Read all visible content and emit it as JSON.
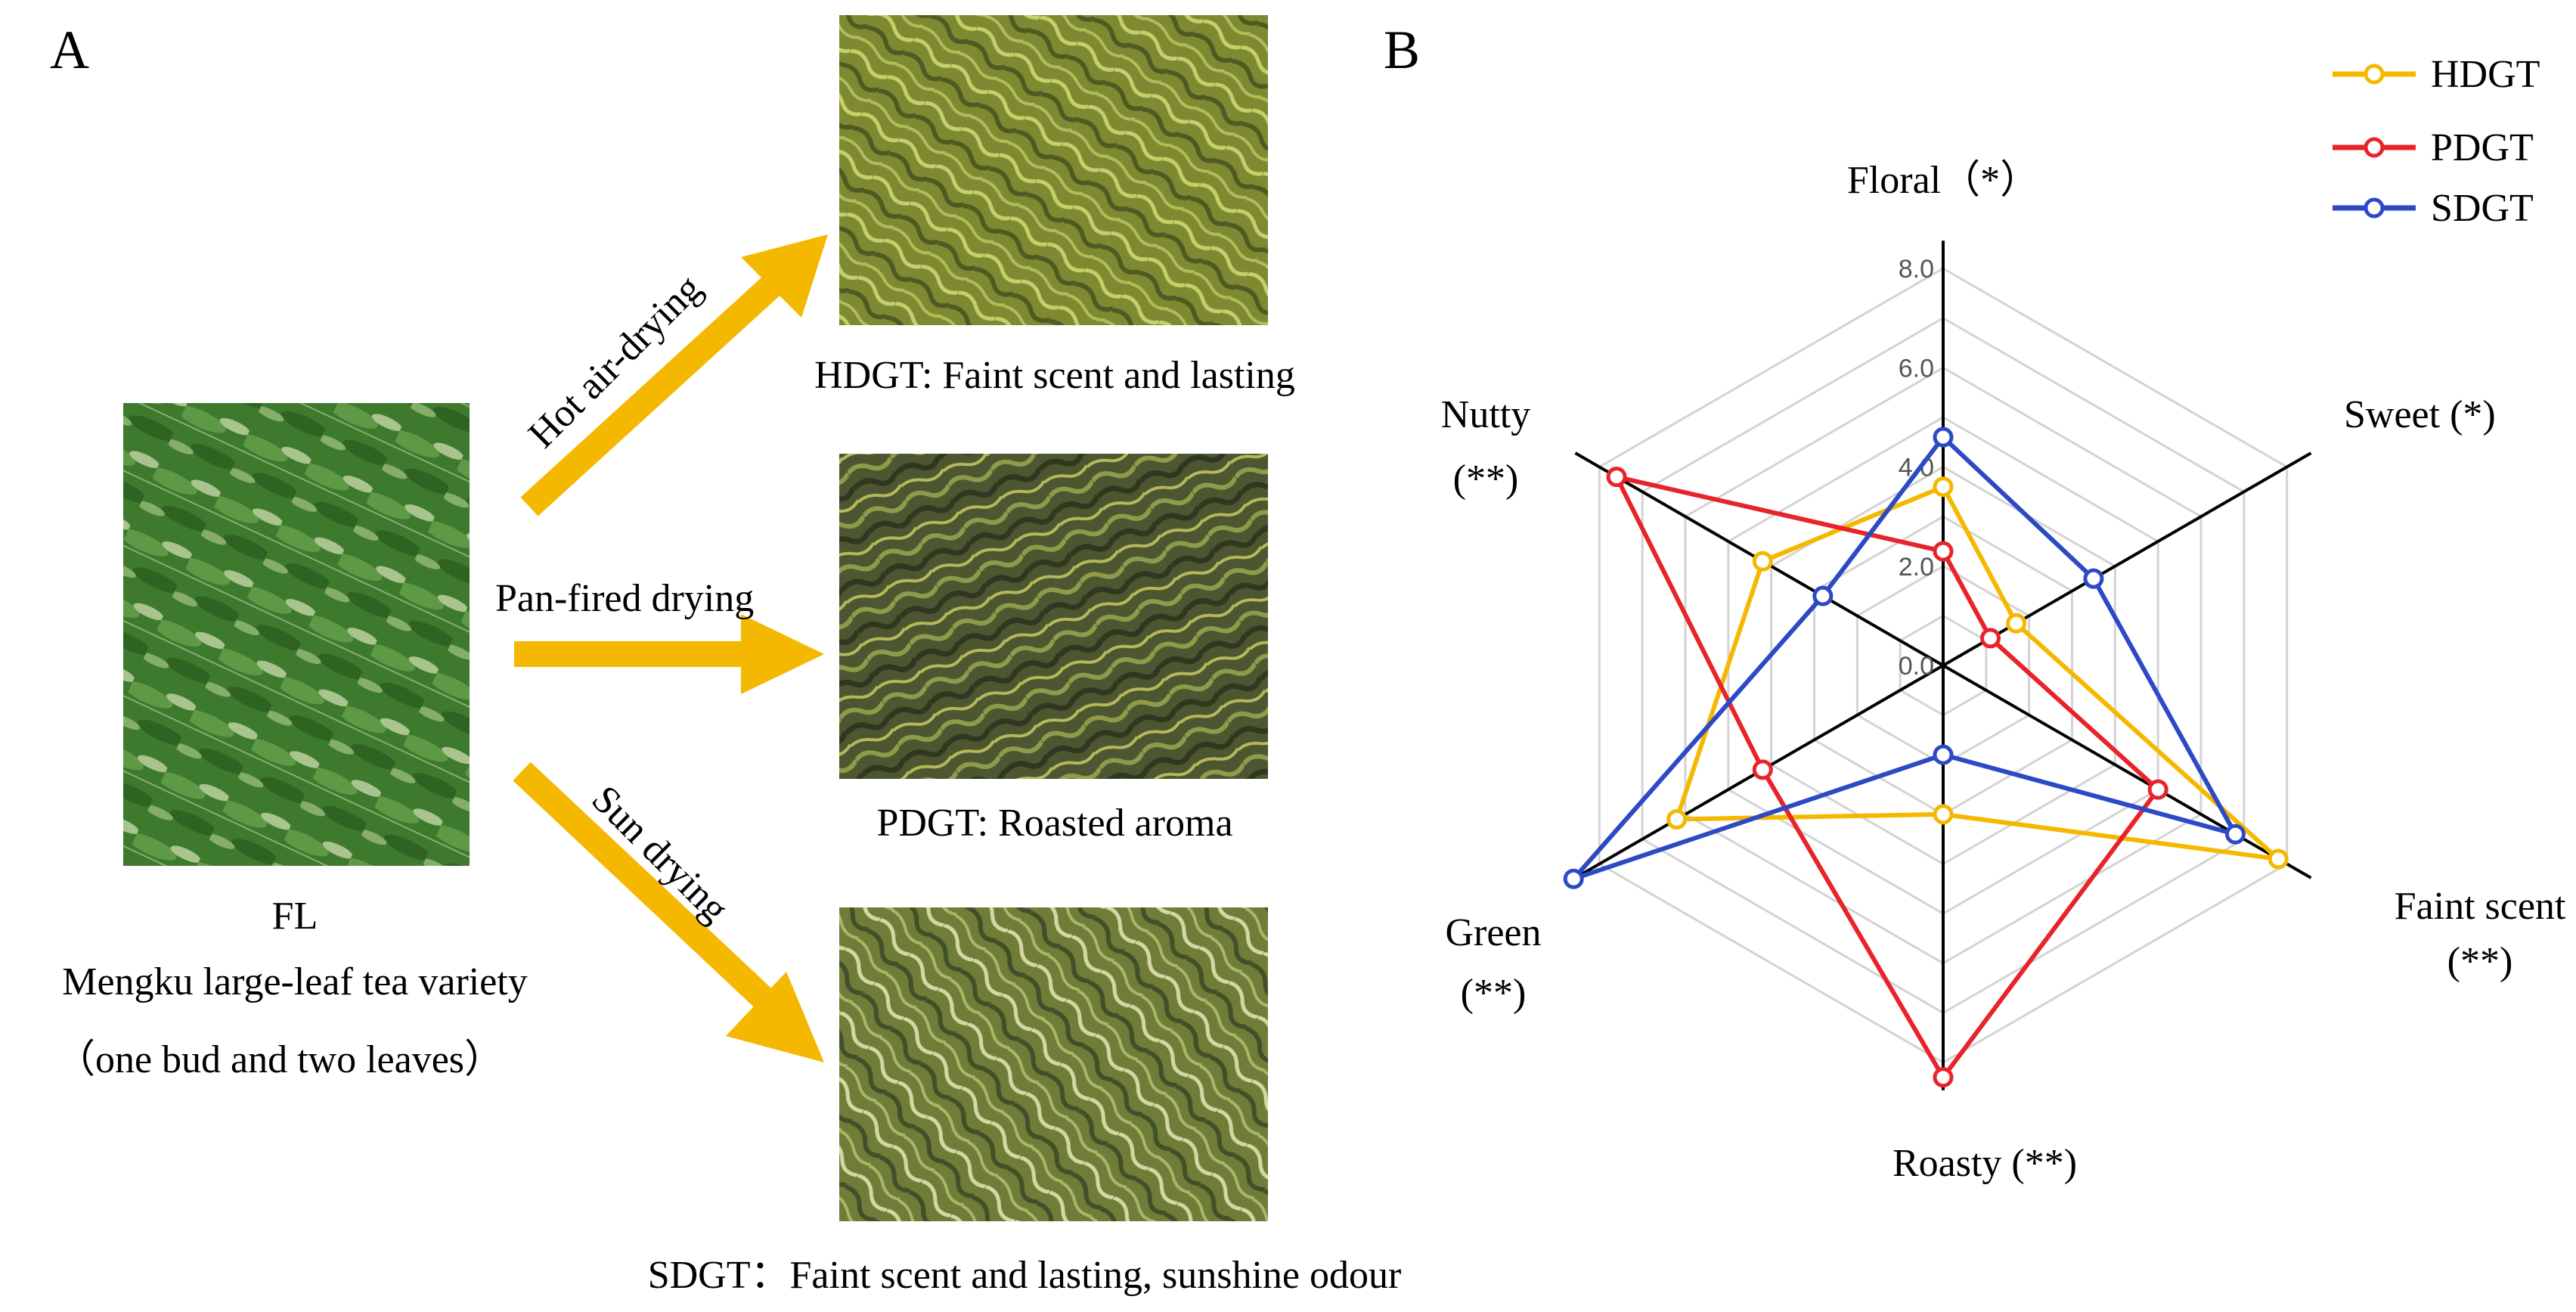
{
  "panel_a": {
    "label": "A",
    "source": {
      "label": "FL",
      "line1": "Mengku large-leaf tea variety",
      "line2": "（one bud and two leaves）"
    },
    "processes": [
      {
        "name": "Hot air-drying"
      },
      {
        "name": "Pan-fired drying"
      },
      {
        "name": "Sun drying"
      }
    ],
    "products": [
      {
        "caption": "HDGT: Faint scent and lasting"
      },
      {
        "caption": "PDGT: Roasted aroma"
      },
      {
        "caption": "SDGT：Faint scent and lasting, sunshine odour"
      }
    ]
  },
  "panel_b": {
    "label": "B"
  },
  "colors": {
    "arrow": "#F5B800",
    "fresh_leaf": "#3E7A2E",
    "dried_tea": "#8F9A3A"
  },
  "chart_data": {
    "type": "radar",
    "axes": [
      {
        "label": "Floral",
        "sig": "（*）"
      },
      {
        "label": "Sweet",
        "sig": "(*)"
      },
      {
        "label": "Faint scent",
        "sig": "(**)"
      },
      {
        "label": "Roasty",
        "sig": "(**)"
      },
      {
        "label": "Green",
        "sig": "(**)"
      },
      {
        "label": "Nutty",
        "sig": "(**)"
      }
    ],
    "rlim": [
      0,
      8
    ],
    "ticks": [
      "8.0",
      "6.0",
      "4.0",
      "2.0",
      "0.0"
    ],
    "tick_values": [
      8,
      6,
      4,
      2,
      0
    ],
    "grid": true,
    "legend_position": "top-right",
    "series": [
      {
        "name": "HDGT",
        "color": "#F5B800",
        "values": [
          3.6,
          1.7,
          7.8,
          3.0,
          6.2,
          4.2
        ]
      },
      {
        "name": "PDGT",
        "color": "#E8232A",
        "values": [
          2.3,
          1.1,
          5.0,
          8.3,
          4.2,
          7.6
        ]
      },
      {
        "name": "SDGT",
        "color": "#2C49C6",
        "values": [
          4.6,
          3.5,
          6.8,
          1.8,
          8.6,
          2.8
        ]
      }
    ]
  }
}
